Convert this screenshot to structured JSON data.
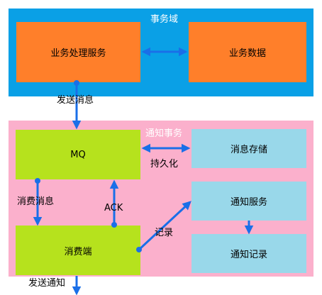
{
  "colors": {
    "business_domain_bg": "#0aa0e6",
    "notify_domain_bg": "#fbb0cc",
    "orange_box": "#ff7f2a",
    "green_box": "#b6e21d",
    "lightblue_box": "#99d8ea",
    "arrow": "#1a6fe8"
  },
  "business_domain": {
    "title": "事务域",
    "service_box": "业务处理服务",
    "data_box": "业务数据"
  },
  "notify_domain": {
    "title": "通知事务",
    "mq_box": "MQ",
    "storage_box": "消息存储",
    "notify_service_box": "通知服务",
    "consumer_box": "消费端",
    "notify_record_box": "通知记录"
  },
  "labels": {
    "send_message": "发送消息",
    "persist": "持久化",
    "consume_message": "消费消息",
    "ack": "ACK",
    "record": "记录",
    "send_notification": "发送通知"
  }
}
